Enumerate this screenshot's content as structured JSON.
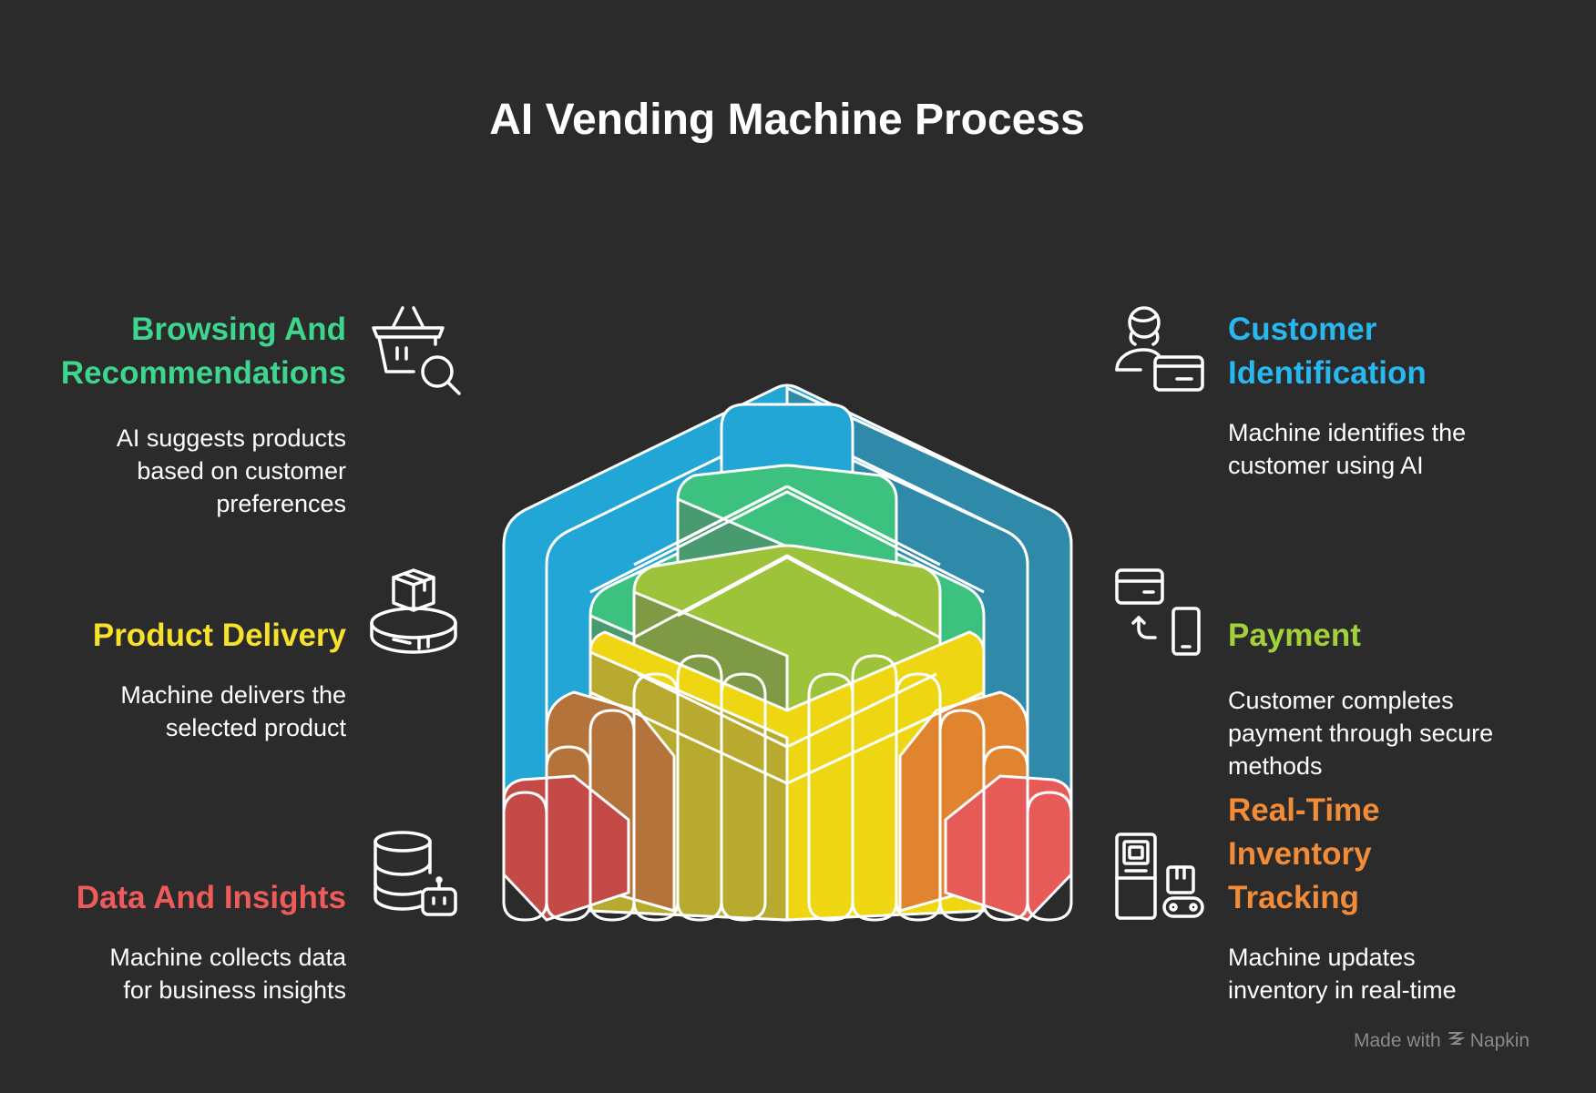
{
  "title": "AI Vending Machine Process",
  "steps": {
    "browsing": {
      "heading_lines": [
        "Browsing And",
        "Recommendations"
      ],
      "desc_lines": [
        "AI suggests products",
        "based on customer",
        "preferences"
      ],
      "color": "#3dd68c",
      "icon": "basket-search-icon"
    },
    "product_delivery": {
      "heading_lines": [
        "Product Delivery"
      ],
      "desc_lines": [
        "Machine delivers the",
        "selected product"
      ],
      "color": "#f7e12a",
      "icon": "package-platform-icon"
    },
    "data_insights": {
      "heading_lines": [
        "Data And Insights"
      ],
      "desc_lines": [
        "Machine collects data",
        "for business insights"
      ],
      "color": "#ee5b5b",
      "icon": "database-bot-icon"
    },
    "customer_identification": {
      "heading_lines": [
        "Customer",
        "Identification"
      ],
      "desc_lines": [
        "Machine identifies the",
        "customer using AI"
      ],
      "color": "#27b8ef",
      "icon": "person-card-icon"
    },
    "payment": {
      "heading_lines": [
        "Payment"
      ],
      "desc_lines": [
        "Customer completes",
        "payment through secure",
        "methods"
      ],
      "color": "#a3d13a",
      "icon": "card-phone-icon"
    },
    "inventory": {
      "heading_lines": [
        "Real-Time",
        "Inventory",
        "Tracking"
      ],
      "desc_lines": [
        "Machine updates",
        "inventory in real-time"
      ],
      "color": "#f28c38",
      "icon": "vending-conveyor-icon"
    }
  },
  "footer": {
    "made_with": "Made with",
    "brand": "Napkin"
  },
  "layer_colors": {
    "blue": "#22a6d6",
    "blue_dark": "#2f89a8",
    "green": "#3cc27e",
    "green_dark": "#4a9a70",
    "olive": "#9cc33a",
    "olive_dark": "#7e9a45",
    "yellow": "#eed712",
    "yellow_dark": "#b8aa2e",
    "orange": "#e08430",
    "orange_dark": "#b4733a",
    "red": "#e65b58",
    "red_dark": "#c44a48"
  }
}
